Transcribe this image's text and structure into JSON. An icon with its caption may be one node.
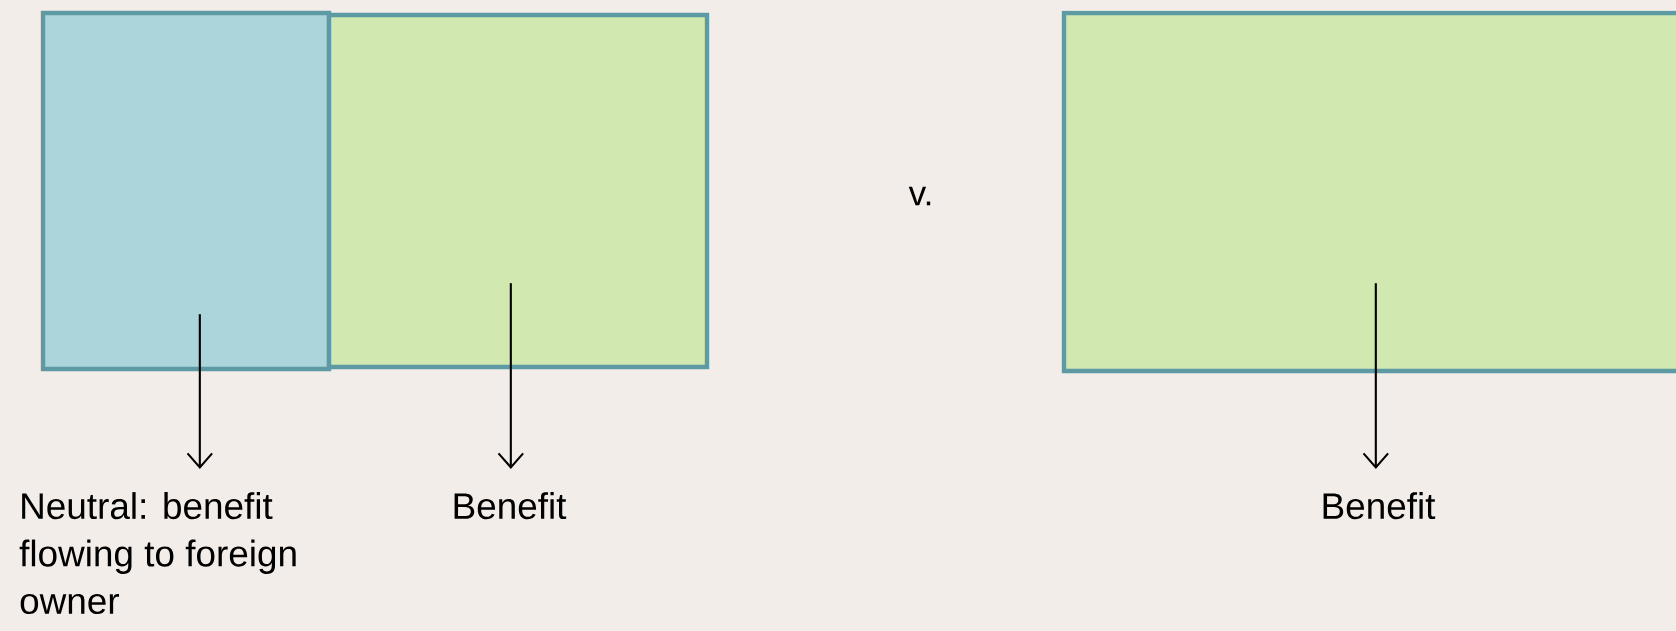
{
  "diagram": {
    "nodes": [
      {
        "text": [],
        "shape": "box"
      },
      {
        "text": [],
        "shape": "box"
      },
      {
        "text": [],
        "shape": "box"
      },
      {
        "text": [
          "Neutral: benefit flowing to foreign owner"
        ]
      },
      {
        "text": [
          "Benefit"
        ]
      },
      {
        "text": [
          "Benefit"
        ]
      }
    ],
    "edges": [
      {
        "from": 0,
        "to": 3,
        "arrow": "to"
      },
      {
        "from": 1,
        "to": 4,
        "arrow": "to"
      },
      {
        "from": 2,
        "to": 5,
        "arrow": "to"
      }
    ],
    "labels": [
      "v."
    ]
  }
}
